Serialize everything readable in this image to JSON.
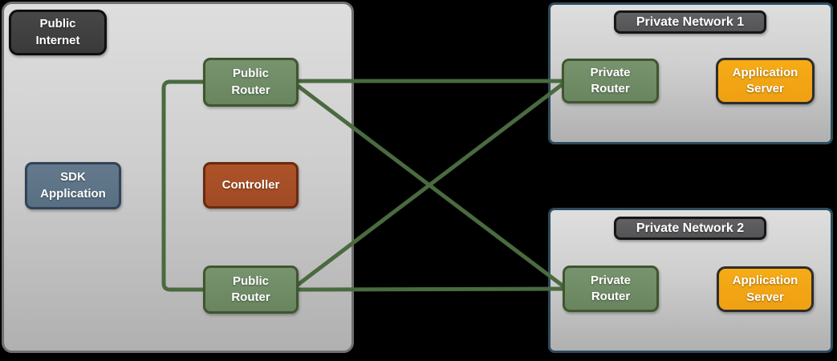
{
  "diagram": {
    "public_internet": {
      "label": "Public Internet",
      "nodes": {
        "sdk_application": "SDK Application",
        "controller": "Controller",
        "public_router_top": "Public Router",
        "public_router_bottom": "Public Router"
      }
    },
    "private_network_1": {
      "label": "Private Network 1",
      "nodes": {
        "private_router": "Private Router",
        "application_server": "Application Server"
      }
    },
    "private_network_2": {
      "label": "Private Network 2",
      "nodes": {
        "private_router": "Private Router",
        "application_server": "Application Server"
      }
    },
    "connections": [
      "public-router-top <-> public-router-bottom (left bracket link)",
      "public-router-top <-> private-router-1",
      "public-router-top <-> private-router-2",
      "public-router-bottom <-> private-router-1",
      "public-router-bottom <-> private-router-2"
    ],
    "colors": {
      "background": "#000000",
      "zone_fill_top": "#dedede",
      "zone_fill_bottom": "#b0b0b0",
      "public_zone_border": "#6f6f6f",
      "private_zone_border": "#2d4b60",
      "link_green": "#4a6a40",
      "router_green_fill": "#6f8c65",
      "router_green_border": "#3f562f",
      "sdk_slate_fill": "#5d7386",
      "sdk_slate_border": "#324358",
      "controller_rust_fill": "#a84e26",
      "controller_rust_border": "#6b2a10",
      "server_orange_fill": "#f4a414",
      "server_orange_border": "#2d2d2d",
      "dark_badge_fill": "#3e3e3e",
      "net_badge_fill": "#59595b"
    }
  }
}
